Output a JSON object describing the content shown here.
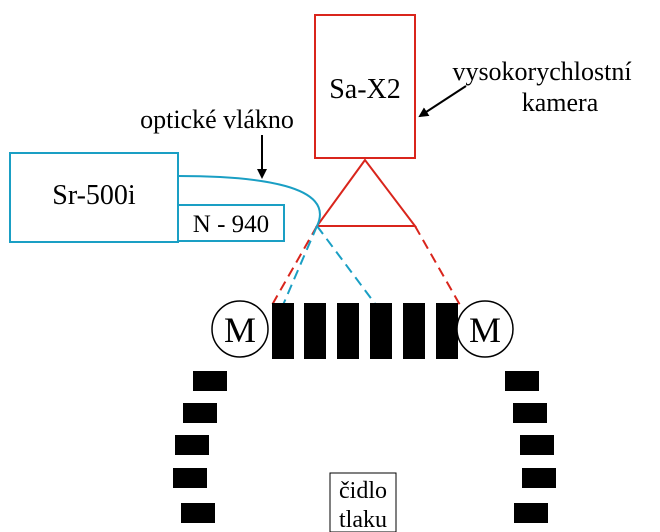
{
  "colors": {
    "camera": "#d9251c",
    "spectrometer": "#1a9fc4",
    "ink": "#000000",
    "background": "#ffffff"
  },
  "camera": {
    "label": "Sa-X2",
    "caption_line1": "vysokorychlostní",
    "caption_line2": "kamera"
  },
  "spectrometer": {
    "label": "Sr-500i",
    "sublabel": "N - 940"
  },
  "fiber": {
    "label": "optické vlákno"
  },
  "motors": {
    "left": "M",
    "right": "M"
  },
  "sensor": {
    "line1": "čidlo",
    "line2": "tlaku"
  },
  "icons": {
    "fiber_pointer": "arrow-down",
    "camera_pointer": "arrow-left-down"
  }
}
